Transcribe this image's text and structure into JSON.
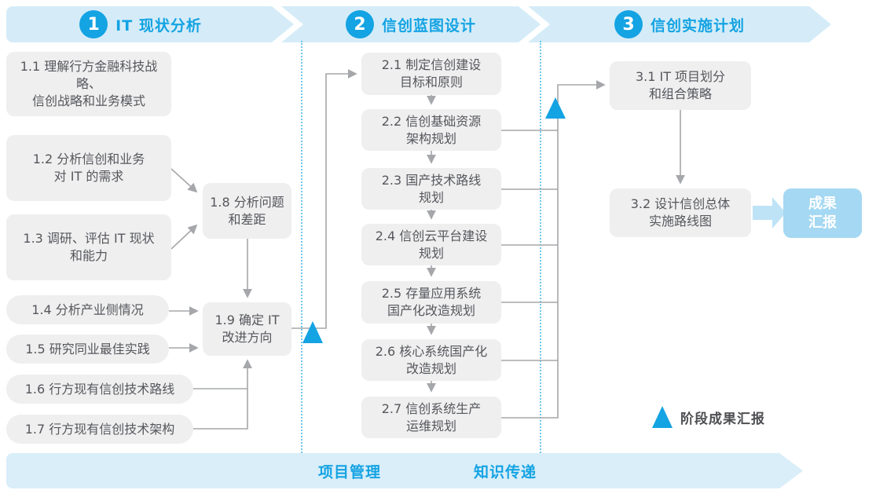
{
  "header": {
    "phases": [
      {
        "number": "1",
        "label": "IT 现状分析"
      },
      {
        "number": "2",
        "label": "信创蓝图设计"
      },
      {
        "number": "3",
        "label": "信创实施计划"
      }
    ]
  },
  "phase1": {
    "b11": {
      "line1": "1.1 理解行方金融科技战略、",
      "line2": "信创战略和业务模式"
    },
    "b12": {
      "line1": "1.2 分析信创和业务",
      "line2": "对 IT 的需求"
    },
    "b13": {
      "line1": "1.3 调研、评估 IT 现状",
      "line2": "和能力"
    },
    "b14": {
      "line1": "1.4 分析产业侧情况"
    },
    "b15": {
      "line1": "1.5 研究同业最佳实践"
    },
    "b16": {
      "line1": "1.6 行方现有信创技术路线"
    },
    "b17": {
      "line1": "1.7 行方现有信创技术架构"
    },
    "b18": {
      "line1": "1.8 分析问题",
      "line2": "和差距"
    },
    "b19": {
      "line1": "1.9 确定 IT",
      "line2": "改进方向"
    }
  },
  "phase2": {
    "b21": {
      "line1": "2.1 制定信创建设",
      "line2": "目标和原则"
    },
    "b22": {
      "line1": "2.2 信创基础资源",
      "line2": "架构规划"
    },
    "b23": {
      "line1": "2.3 国产技术路线",
      "line2": "规划"
    },
    "b24": {
      "line1": "2.4 信创云平台建设",
      "line2": "规划"
    },
    "b25": {
      "line1": "2.5 存量应用系统",
      "line2": "国产化改造规划"
    },
    "b26": {
      "line1": "2.6 核心系统国产化",
      "line2": "改造规划"
    },
    "b27": {
      "line1": "2.7 信创系统生产",
      "line2": "运维规划"
    }
  },
  "phase3": {
    "b31": {
      "line1": "3.1 IT 项目划分",
      "line2": "和组合策略"
    },
    "b32": {
      "line1": "3.2 设计信创总体",
      "line2": "实施路线图"
    },
    "result": {
      "line1": "成果",
      "line2": "汇报"
    }
  },
  "footer": {
    "labels": [
      "项目管理",
      "知识传递"
    ]
  },
  "legend": {
    "label": "阶段成果汇报"
  },
  "colors": {
    "accent_blue": "#14a3e3",
    "banner_bg": "#d5ecf8",
    "box_bg": "#efeff0",
    "box_text": "#56575b",
    "connector_gray": "#a6a7aa",
    "result_bg": "#a5d8f2",
    "result_arrow": "#bee3f7",
    "dotted_line": "#6fc8ef"
  }
}
